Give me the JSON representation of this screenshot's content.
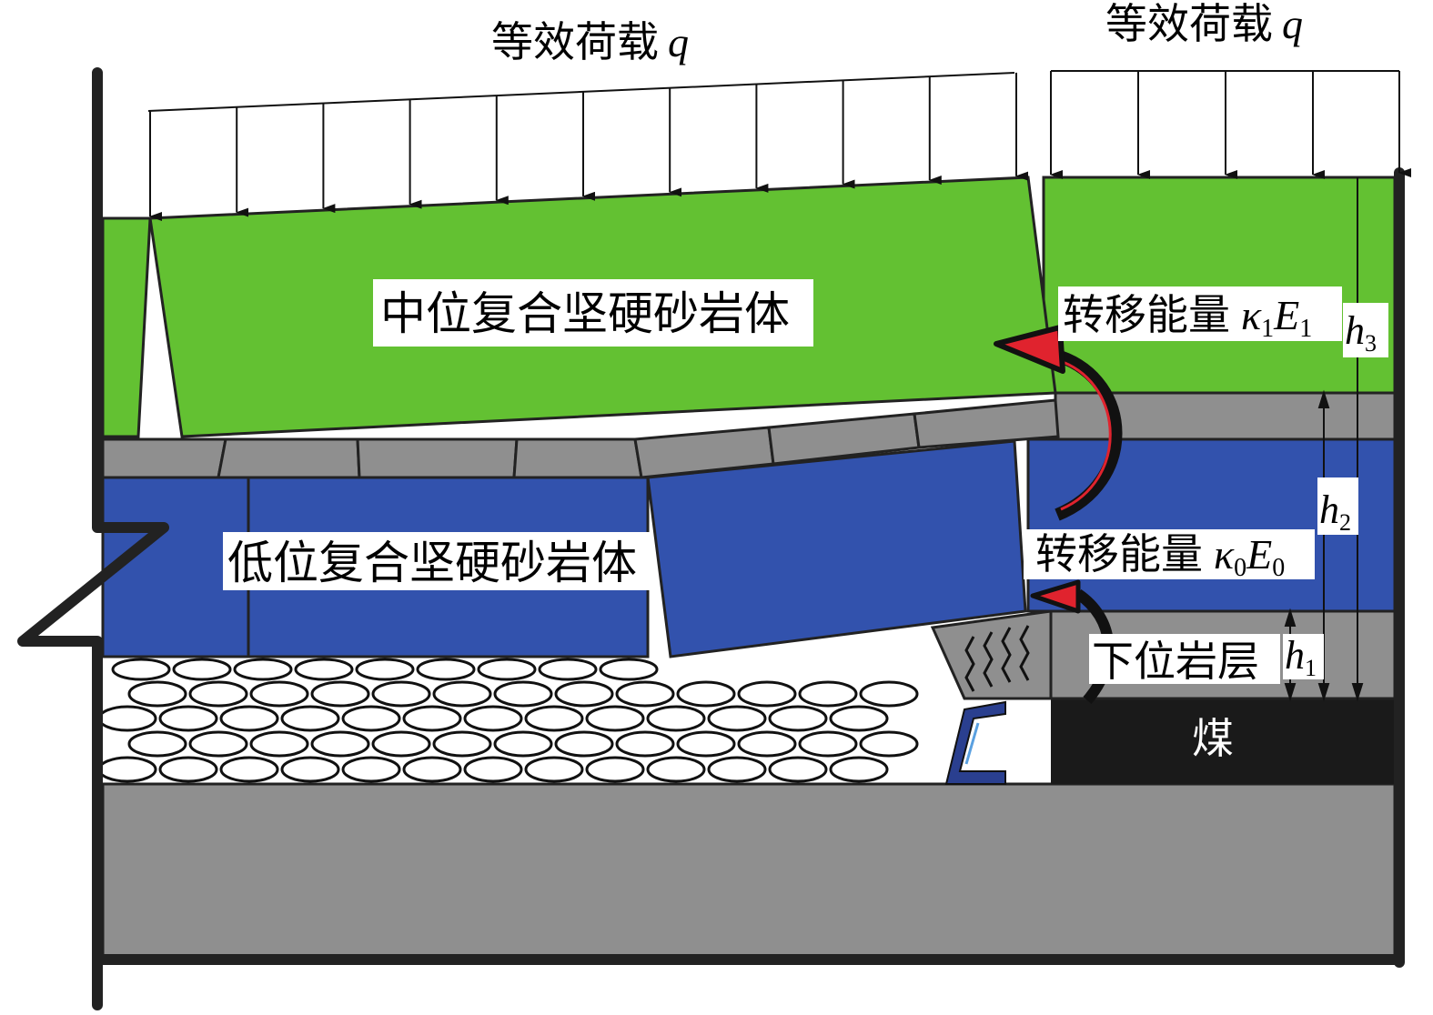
{
  "load_left": {
    "label": "等效荷载",
    "symbol": "q"
  },
  "load_right": {
    "label": "等效荷载",
    "symbol": "q"
  },
  "middle_layer": {
    "label": "中位复合坚硬砂岩体"
  },
  "low_layer": {
    "label": "低位复合坚硬砂岩体"
  },
  "energy_upper": {
    "label": "转移能量",
    "kappa": "κ",
    "kappa_sub": "1",
    "E": "E",
    "E_sub": "1"
  },
  "energy_lower": {
    "label": "转移能量",
    "kappa": "κ",
    "kappa_sub": "0",
    "E": "E",
    "E_sub": "0"
  },
  "lower_strata": {
    "label": "下位岩层"
  },
  "coal": {
    "label": "煤"
  },
  "heights": {
    "h1": {
      "symbol": "h",
      "sub": "1"
    },
    "h2": {
      "symbol": "h",
      "sub": "2"
    },
    "h3": {
      "symbol": "h",
      "sub": "3"
    }
  },
  "colors": {
    "green": "#63c132",
    "blue": "#3252ad",
    "gray": "#8f8f8f",
    "red": "#e0232e",
    "coal": "#1a1a1a"
  }
}
